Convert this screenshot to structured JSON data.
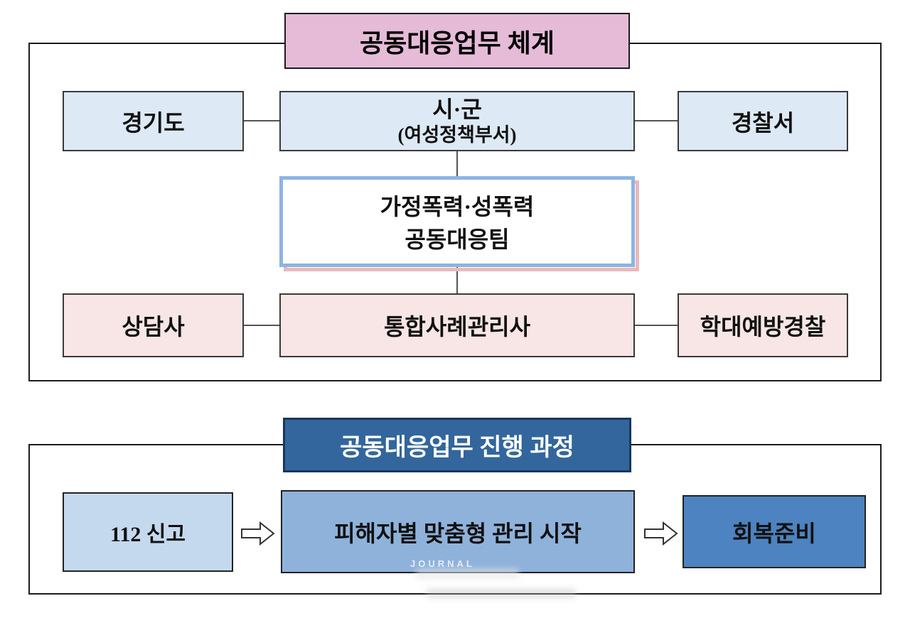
{
  "diagram1": {
    "title": "공동대응업무 체계",
    "row1": [
      {
        "label": "경기도"
      },
      {
        "label": "시·군",
        "sub": "(여성정책부서)"
      },
      {
        "label": "경찰서"
      }
    ],
    "center": {
      "line1": "가정폭력·성폭력",
      "line2": "공동대응팀"
    },
    "row2": [
      {
        "label": "상담사"
      },
      {
        "label": "통합사례관리사"
      },
      {
        "label": "학대예방경찰"
      }
    ]
  },
  "diagram2": {
    "title": "공동대응업무 진행 과정",
    "steps": [
      {
        "label": "112 신고"
      },
      {
        "label": "피해자별 맞춤형 관리 시작"
      },
      {
        "label": "회복준비"
      }
    ],
    "watermark": "JOURNAL"
  },
  "colors": {
    "title1_bg": "#e5bbd8",
    "title2_bg": "#33669c",
    "row1_bg": "#dde9f4",
    "row2_bg": "#f7e6e5",
    "center_border_blue": "#8db4e3",
    "center_border_pink": "#e9b9ba",
    "step1_bg": "#c5d9ee",
    "step2_bg": "#8fb2db",
    "step3_bg": "#4c83c0",
    "outline": "#1c1c1c",
    "connector": "#555555"
  }
}
